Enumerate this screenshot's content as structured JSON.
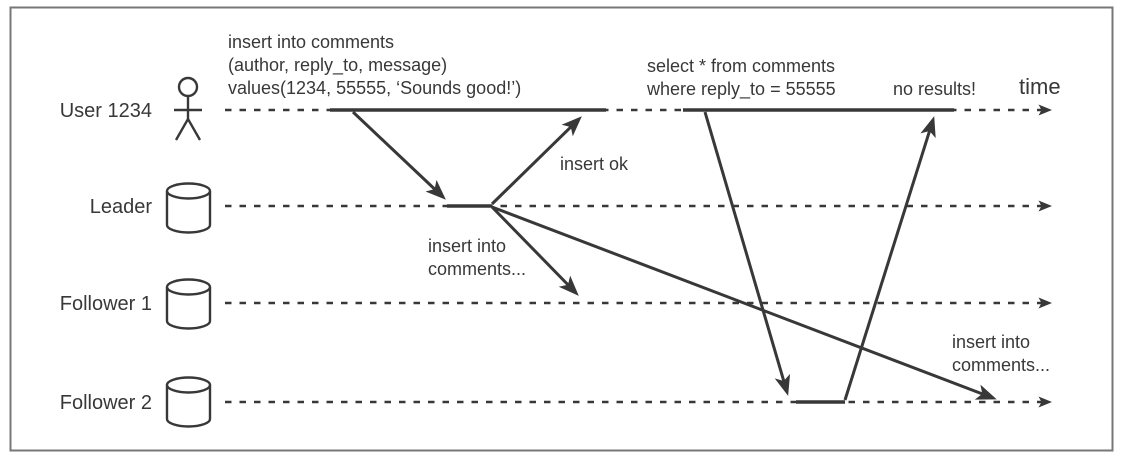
{
  "diagram": {
    "description": "sequence diagram of read-after-write with replication lag",
    "actors": [
      {
        "label": "User 1234",
        "icon": "person"
      },
      {
        "label": "Leader",
        "icon": "database"
      },
      {
        "label": "Follower 1",
        "icon": "database"
      },
      {
        "label": "Follower 2",
        "icon": "database"
      }
    ],
    "annotations": {
      "insert_query": [
        "insert into comments",
        "(author, reply_to, message)",
        "values(1234, 55555, ‘Sounds good!’)"
      ],
      "insert_ok": "insert ok",
      "replicate_follower1": [
        "insert into",
        "comments..."
      ],
      "select_query": [
        "select * from comments",
        "where reply_to = 55555"
      ],
      "no_results": "no results!",
      "replicate_follower2": [
        "insert into",
        "comments..."
      ],
      "time_axis": "time"
    },
    "colors": {
      "ink": "#383838",
      "frame": "#777777",
      "background": "#ffffff"
    }
  }
}
